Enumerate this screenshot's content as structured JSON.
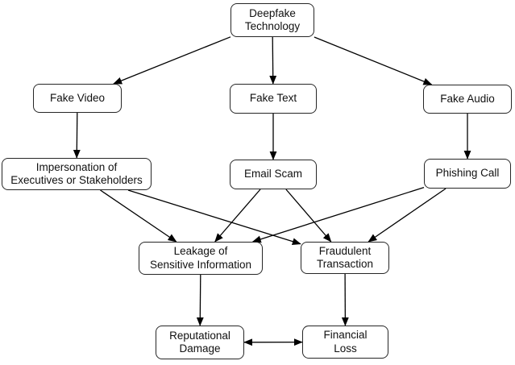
{
  "diagram": {
    "nodes": [
      {
        "id": "deepfake-technology",
        "label": "Deepfake\nTechnology"
      },
      {
        "id": "fake-video",
        "label": "Fake Video"
      },
      {
        "id": "fake-text",
        "label": "Fake Text"
      },
      {
        "id": "fake-audio",
        "label": "Fake Audio"
      },
      {
        "id": "impersonation",
        "label": "Impersonation of\nExecutives or Stakeholders"
      },
      {
        "id": "email-scam",
        "label": "Email Scam"
      },
      {
        "id": "phishing-call",
        "label": "Phishing Call"
      },
      {
        "id": "leakage",
        "label": "Leakage of\nSensitive Information"
      },
      {
        "id": "fraudulent-transaction",
        "label": "Fraudulent\nTransaction"
      },
      {
        "id": "reputational-damage",
        "label": "Reputational\nDamage"
      },
      {
        "id": "financial-loss",
        "label": "Financial\nLoss"
      }
    ],
    "edges": [
      {
        "from": "deepfake-technology",
        "to": "fake-video"
      },
      {
        "from": "deepfake-technology",
        "to": "fake-text"
      },
      {
        "from": "deepfake-technology",
        "to": "fake-audio"
      },
      {
        "from": "fake-video",
        "to": "impersonation"
      },
      {
        "from": "fake-text",
        "to": "email-scam"
      },
      {
        "from": "fake-audio",
        "to": "phishing-call"
      },
      {
        "from": "impersonation",
        "to": "leakage"
      },
      {
        "from": "impersonation",
        "to": "fraudulent-transaction"
      },
      {
        "from": "email-scam",
        "to": "leakage"
      },
      {
        "from": "email-scam",
        "to": "fraudulent-transaction"
      },
      {
        "from": "phishing-call",
        "to": "leakage"
      },
      {
        "from": "phishing-call",
        "to": "fraudulent-transaction"
      },
      {
        "from": "leakage",
        "to": "reputational-damage"
      },
      {
        "from": "fraudulent-transaction",
        "to": "financial-loss"
      },
      {
        "from": "reputational-damage",
        "to": "financial-loss",
        "bidirectional": true
      }
    ],
    "colors": {
      "edge_stroke": "#000000",
      "node_border": "#262626",
      "node_fill": "#ffffff",
      "text": "#111111"
    }
  }
}
